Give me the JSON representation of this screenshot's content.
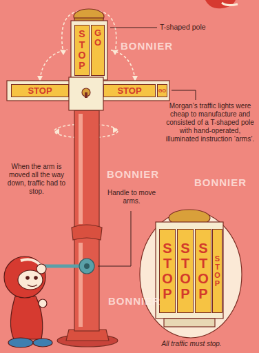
{
  "diagram": {
    "nodes": [
      {
        "text": [
          "STOP"
        ]
      },
      {
        "text": [
          "GO"
        ]
      },
      {
        "text": [
          "STOP"
        ]
      },
      {
        "text": [
          "STOP"
        ]
      },
      {
        "text": [
          "GO"
        ]
      },
      {
        "text": [
          "STOP"
        ]
      },
      {
        "text": [
          "STOP"
        ]
      },
      {
        "text": [
          "STOP"
        ]
      },
      {
        "text": [
          "STOP"
        ]
      }
    ],
    "labels": [
      "T-shaped pole",
      "Morgan’s traffic lights were cheap to manufacture and consisted of a T-shaped pole with hand-operated, illuminated instruction ‘arms’.",
      "When the arm is moved all the way down, traffic had to stop.",
      "Handle to move arms.",
      "All traffic must stop.",
      "BONNIER",
      "BONNIER",
      "BONNIER",
      "BONNIER"
    ]
  }
}
